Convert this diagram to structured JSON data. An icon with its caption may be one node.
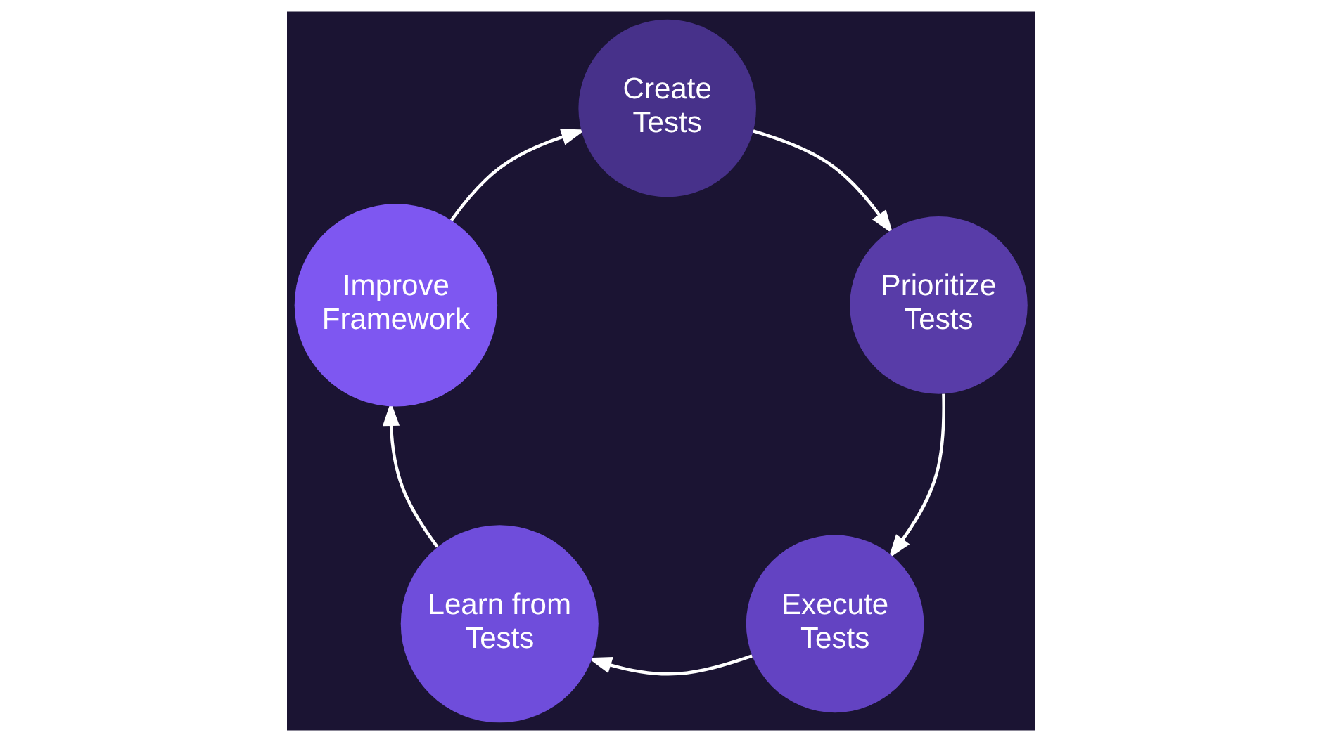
{
  "diagram": {
    "nodes": [
      {
        "text": [
          "Create Tests"
        ]
      },
      {
        "text": [
          "Prioritize Tests"
        ]
      },
      {
        "text": [
          "Execute Tests"
        ]
      },
      {
        "text": [
          "Learn from Tests"
        ]
      },
      {
        "text": [
          "Improve Framework"
        ]
      }
    ],
    "edges": [
      {
        "from": 0,
        "to": 1,
        "arrow": "to"
      },
      {
        "from": 1,
        "to": 2,
        "arrow": "to"
      },
      {
        "from": 2,
        "to": 3,
        "arrow": "to"
      },
      {
        "from": 3,
        "to": 4,
        "arrow": "to"
      },
      {
        "from": 4,
        "to": 0,
        "arrow": "to"
      }
    ]
  }
}
